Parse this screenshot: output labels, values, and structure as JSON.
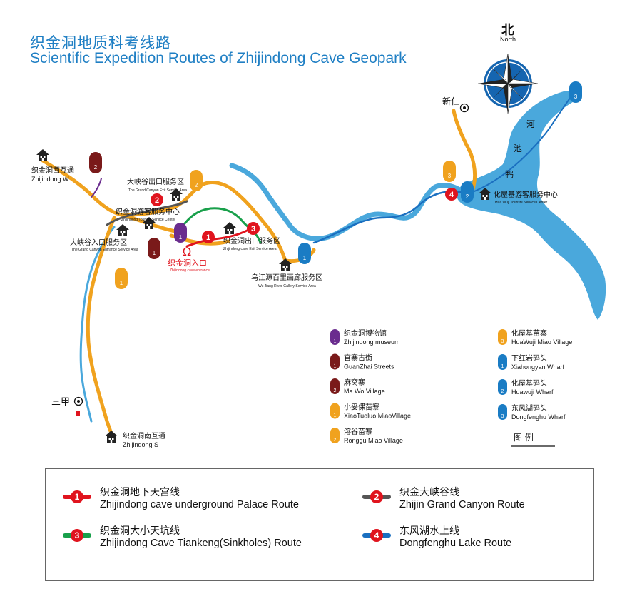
{
  "title": {
    "cn": "织金洞地质科考线路",
    "en": "Scientific Expedition Routes of Zhijindong Cave Geopark"
  },
  "compass": {
    "cn": "北",
    "en": "North"
  },
  "colors": {
    "title": "#1f7fc4",
    "water": "#4aa8dc",
    "road": "#f0a21e",
    "route_red": "#e0141e",
    "route_gray": "#555555",
    "route_green": "#19a04b",
    "route_blue": "#1a6fc0",
    "museum": "#6a2c8e",
    "village": "#7a1a1a",
    "miao": "#f0a21e",
    "wharf": "#1a7cc4"
  },
  "places": {
    "xinren": "新仁",
    "sanjia": "三甲",
    "zhijin_w": {
      "cn": "织金洞西互通",
      "en": "Zhijindong W"
    },
    "zhijin_s": {
      "cn": "织金洞南互通",
      "en": "Zhijindong S"
    },
    "canyon_exit": {
      "cn": "大峡谷出口服务区",
      "en": "The Grand Canyon Exit Service Area"
    },
    "tourist_center": {
      "cn": "织金洞游客服务中心",
      "en": "Zhijindong Tourists Service Center"
    },
    "canyon_entrance": {
      "cn": "大峡谷入口服务区",
      "en": "The Grand Canyon Entrance Service Area"
    },
    "cave_exit": {
      "cn": "织金洞出口服务区",
      "en": "Zhijindong cave Exit Service Area"
    },
    "cave_entrance": {
      "cn": "织金洞入口",
      "en": "Zhijindong cave entrance"
    },
    "wujiang": {
      "cn": "乌江源百里画廊服务区",
      "en": "Wu Jiang River Gallery Service Area"
    },
    "huawuji_center": {
      "cn": "化屋基游客服务中心",
      "en": "Hua Wuji Tourists Service Center"
    },
    "lake": [
      "河",
      "池",
      "鸭"
    ]
  },
  "legend": {
    "title": "图   例",
    "left": [
      {
        "num": "1",
        "cn": "织金洞博物馆",
        "en": "Zhijindong museum",
        "kind": "museum"
      },
      {
        "num": "1",
        "cn": "官寨古街",
        "en": "GuanZhai Streets",
        "kind": "village"
      },
      {
        "num": "2",
        "cn": "麻窝寨",
        "en": "Ma Wo Village",
        "kind": "village"
      },
      {
        "num": "1",
        "cn": "小妥倮苗寨",
        "en": "XiaoTuoluo MiaoVillage",
        "kind": "miao"
      },
      {
        "num": "2",
        "cn": "溶谷苗寨",
        "en": "Ronggu Miao Village",
        "kind": "miao"
      }
    ],
    "right": [
      {
        "num": "3",
        "cn": "化屋基苗寨",
        "en": "HuaWuji Miao Village",
        "kind": "miao"
      },
      {
        "num": "1",
        "cn": "下红岩码头",
        "en": "Xiahongyan Wharf",
        "kind": "wharf"
      },
      {
        "num": "2",
        "cn": "化屋基码头",
        "en": "Huawuji  Wharf",
        "kind": "wharf"
      },
      {
        "num": "3",
        "cn": "东风湖码头",
        "en": "Dongfenghu Wharf",
        "kind": "wharf"
      }
    ]
  },
  "routes": [
    {
      "num": "1",
      "cn": "织金洞地下天宫线",
      "en": "Zhijindong cave underground Palace Route",
      "color": "#e0141e"
    },
    {
      "num": "2",
      "cn": "织金大峡谷线",
      "en": "Zhijin Grand Canyon Route",
      "color": "#555555"
    },
    {
      "num": "3",
      "cn": "织金洞大小天坑线",
      "en": "Zhijindong Cave Tiankeng(Sinkholes) Route",
      "color": "#19a04b"
    },
    {
      "num": "4",
      "cn": "东风湖水上线",
      "en": "Dongfenghu   Lake    Route",
      "color": "#1a6fc0"
    }
  ],
  "map_markers": {
    "route_nums": [
      "1",
      "2",
      "3",
      "4"
    ],
    "museum_num": "1",
    "village_nums": [
      "2",
      "1"
    ],
    "miao_nums": [
      "1",
      "2",
      "3"
    ],
    "wharf_nums": [
      "1",
      "2",
      "3"
    ]
  }
}
